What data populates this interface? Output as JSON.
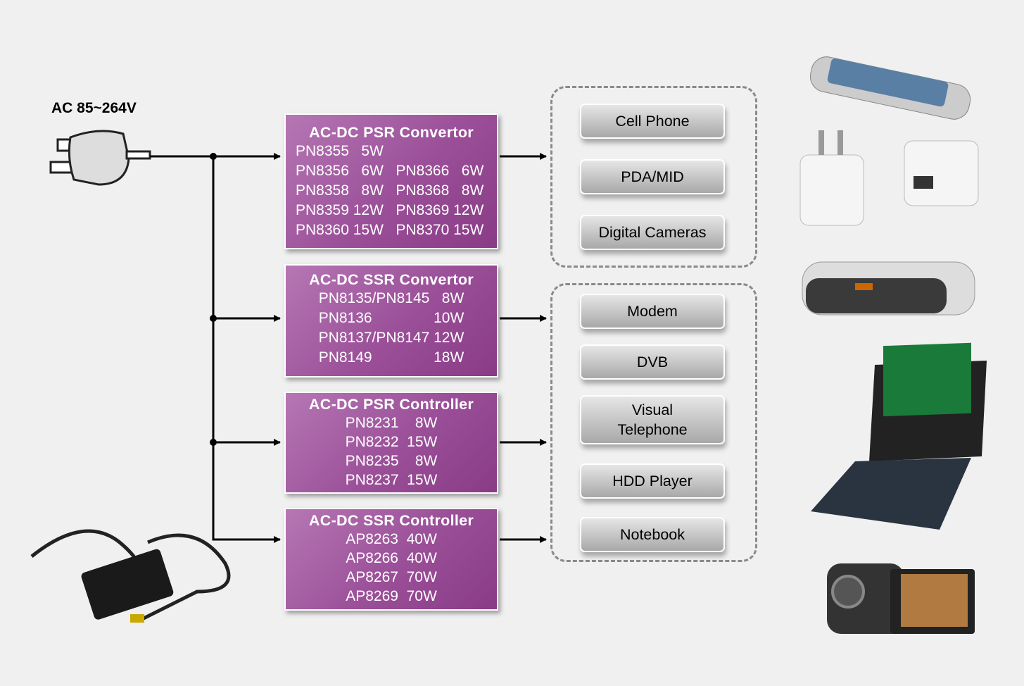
{
  "input": {
    "label": "AC 85~264V"
  },
  "blocks": [
    {
      "title": "AC-DC PSR Convertor",
      "lines": [
        "PN8355   5W",
        "PN8356   6W   PN8366   6W",
        "PN8358   8W   PN8368   8W",
        "PN8359 12W   PN8369 12W",
        "PN8360 15W   PN8370 15W"
      ]
    },
    {
      "title": "AC-DC SSR Convertor",
      "lines": [
        "PN8135/PN8145   8W",
        "PN8136               10W",
        "PN8137/PN8147 12W",
        "PN8149               18W"
      ]
    },
    {
      "title": "AC-DC PSR Controller",
      "lines": [
        "PN8231    8W",
        "PN8232  15W",
        "PN8235    8W",
        "PN8237  15W"
      ]
    },
    {
      "title": "AC-DC SSR Controller",
      "lines": [
        "AP8263  40W",
        "AP8266  40W",
        "AP8267  70W",
        "AP8269  70W"
      ]
    }
  ],
  "devices": {
    "group1": [
      "Cell Phone",
      "PDA/MID",
      "Digital Cameras"
    ],
    "group2": [
      "Modem",
      "DVB",
      "Visual\nTelephone",
      "HDD Player",
      "Notebook"
    ]
  },
  "colors": {
    "block": "#9a4f98",
    "line": "#000000",
    "dash": "#8a8a8a"
  }
}
